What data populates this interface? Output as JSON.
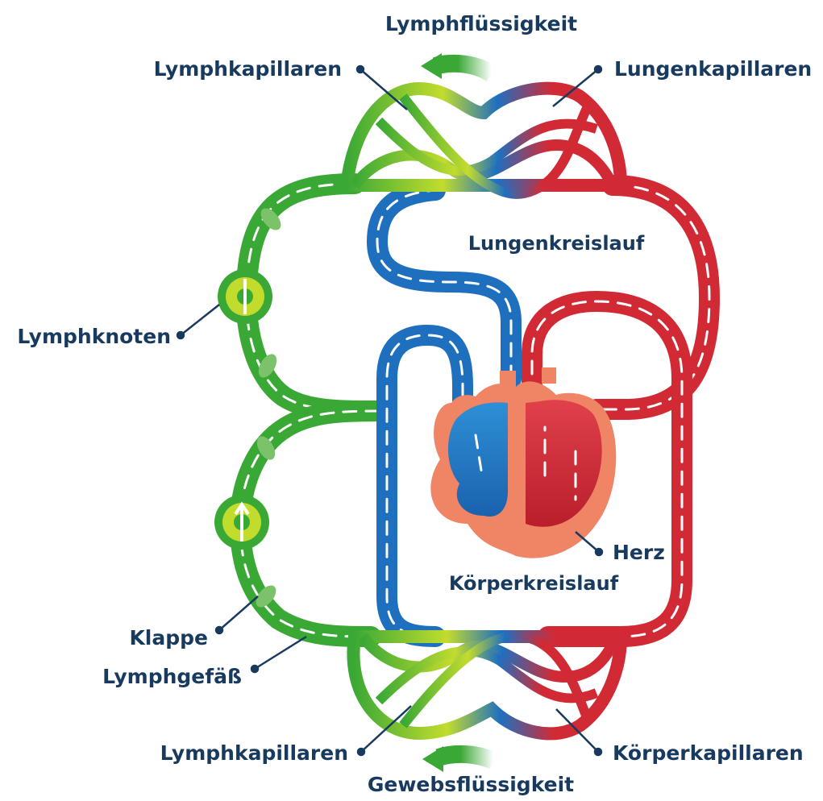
{
  "colors": {
    "text": "#173a5e",
    "lymph": "#3aa835",
    "lymph_light": "#c2dc2e",
    "vein": "#1f6fbf",
    "artery": "#d22a35",
    "heart_tissue": "#f08566",
    "arrow": "#ffffff"
  },
  "labels": {
    "top_fluid": "Lymphflüssigkeit",
    "lymph_cap_top": "Lymphkapillaren",
    "lung_cap": "Lungenkapillaren",
    "pulmonary_circuit": "Lungenkreislauf",
    "lymph_node": "Lymphknoten",
    "heart": "Herz",
    "systemic_circuit": "Körperkreislauf",
    "valve": "Klappe",
    "lymph_vessel": "Lymphgefäß",
    "lymph_cap_bottom": "Lymphkapillaren",
    "body_cap": "Körperkapillaren",
    "bottom_fluid": "Gewebsflüssigkeit"
  }
}
